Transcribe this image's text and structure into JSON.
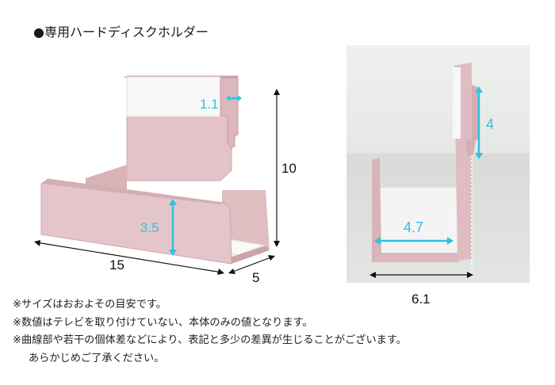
{
  "title": "●専用ハードディスクホルダー",
  "colors": {
    "holder_pink": "#e2c1c5",
    "holder_shadow": "#cfa7ac",
    "felt": "#f5f5f5",
    "dim_cyan": "#2fc2e0",
    "dim_black": "#111111"
  },
  "dimensions": {
    "felt_thickness": "1.1",
    "height": "10",
    "front_height": "3.5",
    "width": "15",
    "depth": "5",
    "side_top": "4",
    "side_inner": "4.7",
    "side_base": "6.1"
  },
  "notes": [
    "※サイズはおおよその目安です。",
    "※数値はテレビを取り付けていない、本体のみの値となります。",
    "※曲線部や若干の個体差などにより、表記と多少の差異が生じることがございます。",
    "あらかじめご了承ください。"
  ]
}
